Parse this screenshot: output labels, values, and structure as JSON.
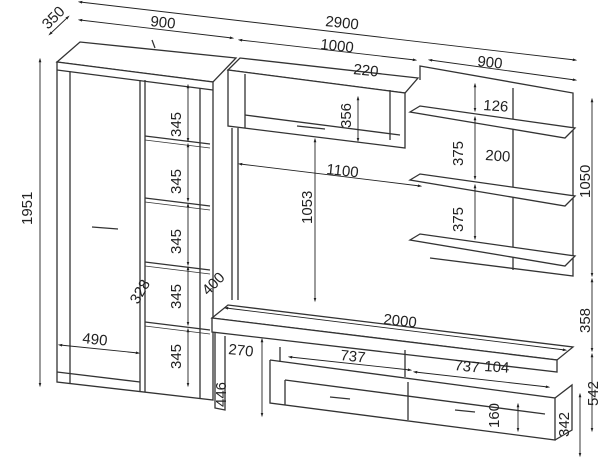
{
  "title": "Wall unit dimensions drawing",
  "dimensions": {
    "wardrobe_depth": "350",
    "wardrobe_width": "900",
    "total_width": "2900",
    "wall_cabinet_width": "1000",
    "wall_cabinet_depth": "220",
    "shelf_panel_width": "900",
    "shelf_gap_top": "126",
    "wall_cabinet_height": "356",
    "shelf_spacing_1": "345",
    "shelf_spacing_2": "345",
    "shelf_spacing_3": "345",
    "shelf_spacing_4": "345",
    "shelf_spacing_5": "345",
    "shelf_spacing_375_a": "375",
    "shelf_spacing_375_b": "375",
    "shelf_depth": "200",
    "gap_width": "1100",
    "cabinet_mount_height": "1053",
    "shelf_panel_height": "1050",
    "total_height": "1951",
    "door_width": "490",
    "open_shelf_depth": "328",
    "tv_stand_depth": "400",
    "tv_stand_width": "2000",
    "panel_gap_height": "358",
    "side_section_width": "270",
    "niche_width_left": "737",
    "niche_width_right": "737",
    "overhang": "104",
    "side_height": "446",
    "tv_stand_height": "542",
    "drawer_height": "160",
    "drawer_box_height": "342"
  }
}
